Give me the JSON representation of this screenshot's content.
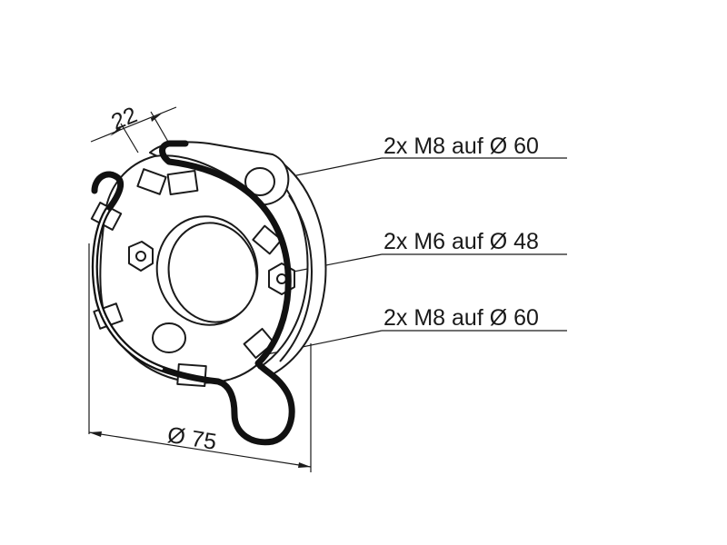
{
  "drawing": {
    "dimension_top": "22",
    "dimension_bottom": "Ø 75",
    "callouts": [
      {
        "label": "2x M8 auf Ø 60"
      },
      {
        "label": "2x M6 auf Ø 48"
      },
      {
        "label": "2x M8 auf Ø 60"
      }
    ]
  },
  "colors": {
    "line": "#1a1a1a",
    "background": "#ffffff"
  }
}
